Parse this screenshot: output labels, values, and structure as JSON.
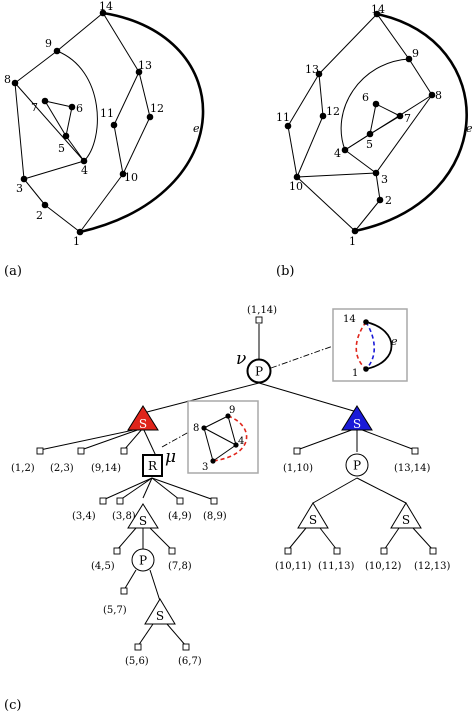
{
  "graph_a": {
    "caption": "(a)",
    "edge_label": "e",
    "nodes": [
      "1",
      "2",
      "3",
      "4",
      "5",
      "6",
      "7",
      "8",
      "9",
      "10",
      "11",
      "12",
      "13",
      "14"
    ]
  },
  "graph_b": {
    "caption": "(b)",
    "edge_label": "e",
    "nodes": [
      "1",
      "2",
      "3",
      "4",
      "5",
      "6",
      "7",
      "8",
      "9",
      "10",
      "11",
      "12",
      "13",
      "14"
    ]
  },
  "tree": {
    "caption": "(c)",
    "nu": "ν",
    "mu": "μ",
    "root_leaf": "(1,14)",
    "node_p": "P",
    "node_s": "S",
    "node_r": "R",
    "left_s_leaves": [
      "(1,2)",
      "(2,3)",
      "(9,14)"
    ],
    "r_leaves": [
      "(3,4)",
      "(3,8)",
      "(4,9)",
      "(8,9)"
    ],
    "s2_leaves": [
      "(4,5)",
      "(7,8)"
    ],
    "p2_leaves": [
      "(5,7)"
    ],
    "s3_leaves": [
      "(5,6)",
      "(6,7)"
    ],
    "right_s_leaves": [
      "(1,10)",
      "(13,14)"
    ],
    "s4_leaves": [
      "(10,11)",
      "(11,13)"
    ],
    "s5_leaves": [
      "(10,12)",
      "(12,13)"
    ],
    "inset_nu": {
      "top": "14",
      "bottom": "1",
      "edge": "e"
    },
    "inset_mu": {
      "labels": [
        "8",
        "9",
        "4",
        "3"
      ]
    }
  },
  "colors": {
    "red": "#e0251b",
    "blue": "#1a1ad8",
    "inset_border": "#a8a8a8"
  }
}
